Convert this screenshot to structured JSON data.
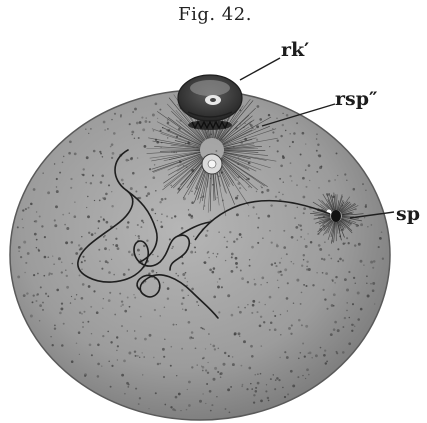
{
  "figure": {
    "title": "Fig. 42.",
    "labels": {
      "rk": "rk′",
      "rsp": "rsp″",
      "sp": "sp"
    }
  },
  "colors": {
    "egg_fill": "#9d9d9d",
    "egg_edge": "#5a5a5a",
    "speckle": "#3d3d3d",
    "ink": "#1e1e1e"
  }
}
